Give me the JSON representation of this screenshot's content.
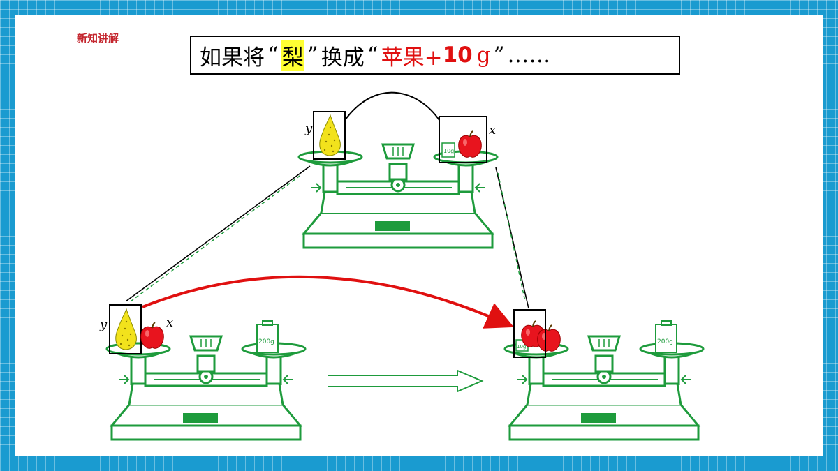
{
  "section_tag": "新知讲解",
  "title": {
    "prefix": "如果将",
    "quote_open": "“",
    "pear_char": "梨",
    "quote_close": "”",
    "middle": "换成",
    "quote_open2": "“",
    "red_text": "苹果+",
    "number": "10",
    "unit": "g",
    "quote_close2": "”",
    "ellipsis": "……"
  },
  "labels": {
    "pear_var": "y",
    "apple_var": "x",
    "weight_label": "200g",
    "small_weight_label": "10g"
  },
  "colors": {
    "scale_green": "#1e9b3c",
    "arrow_red": "#e01010",
    "pear_yellow": "#f2e21c",
    "apple_red": "#e8141e",
    "background_blue": "#1a9bd0"
  }
}
